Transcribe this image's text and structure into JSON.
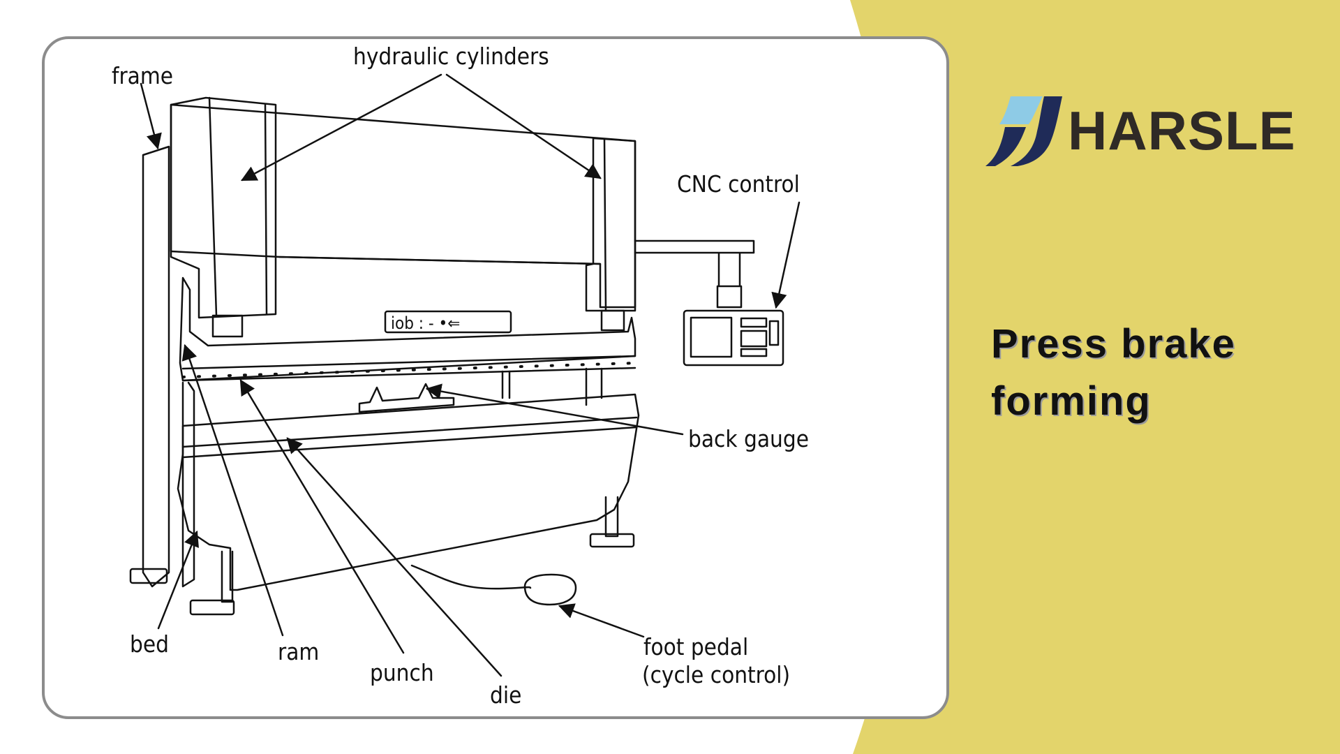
{
  "brand": {
    "name": "HARSLE",
    "colors": {
      "panel": "#e3d46b",
      "navy": "#1f2b58",
      "light_blue": "#8ecbe6",
      "text": "#2f2a26"
    }
  },
  "slide": {
    "title": "Press brake forming"
  },
  "diagram": {
    "labels": {
      "frame": "frame",
      "hydraulic_cylinders": "hydraulic cylinders",
      "cnc_control": "CNC control",
      "back_gauge": "back gauge",
      "bed": "bed",
      "ram": "ram",
      "punch": "punch",
      "die": "die",
      "foot_pedal_line1": "foot pedal",
      "foot_pedal_line2": "(cycle control)"
    },
    "panel_display": "iob : - •⇐"
  }
}
